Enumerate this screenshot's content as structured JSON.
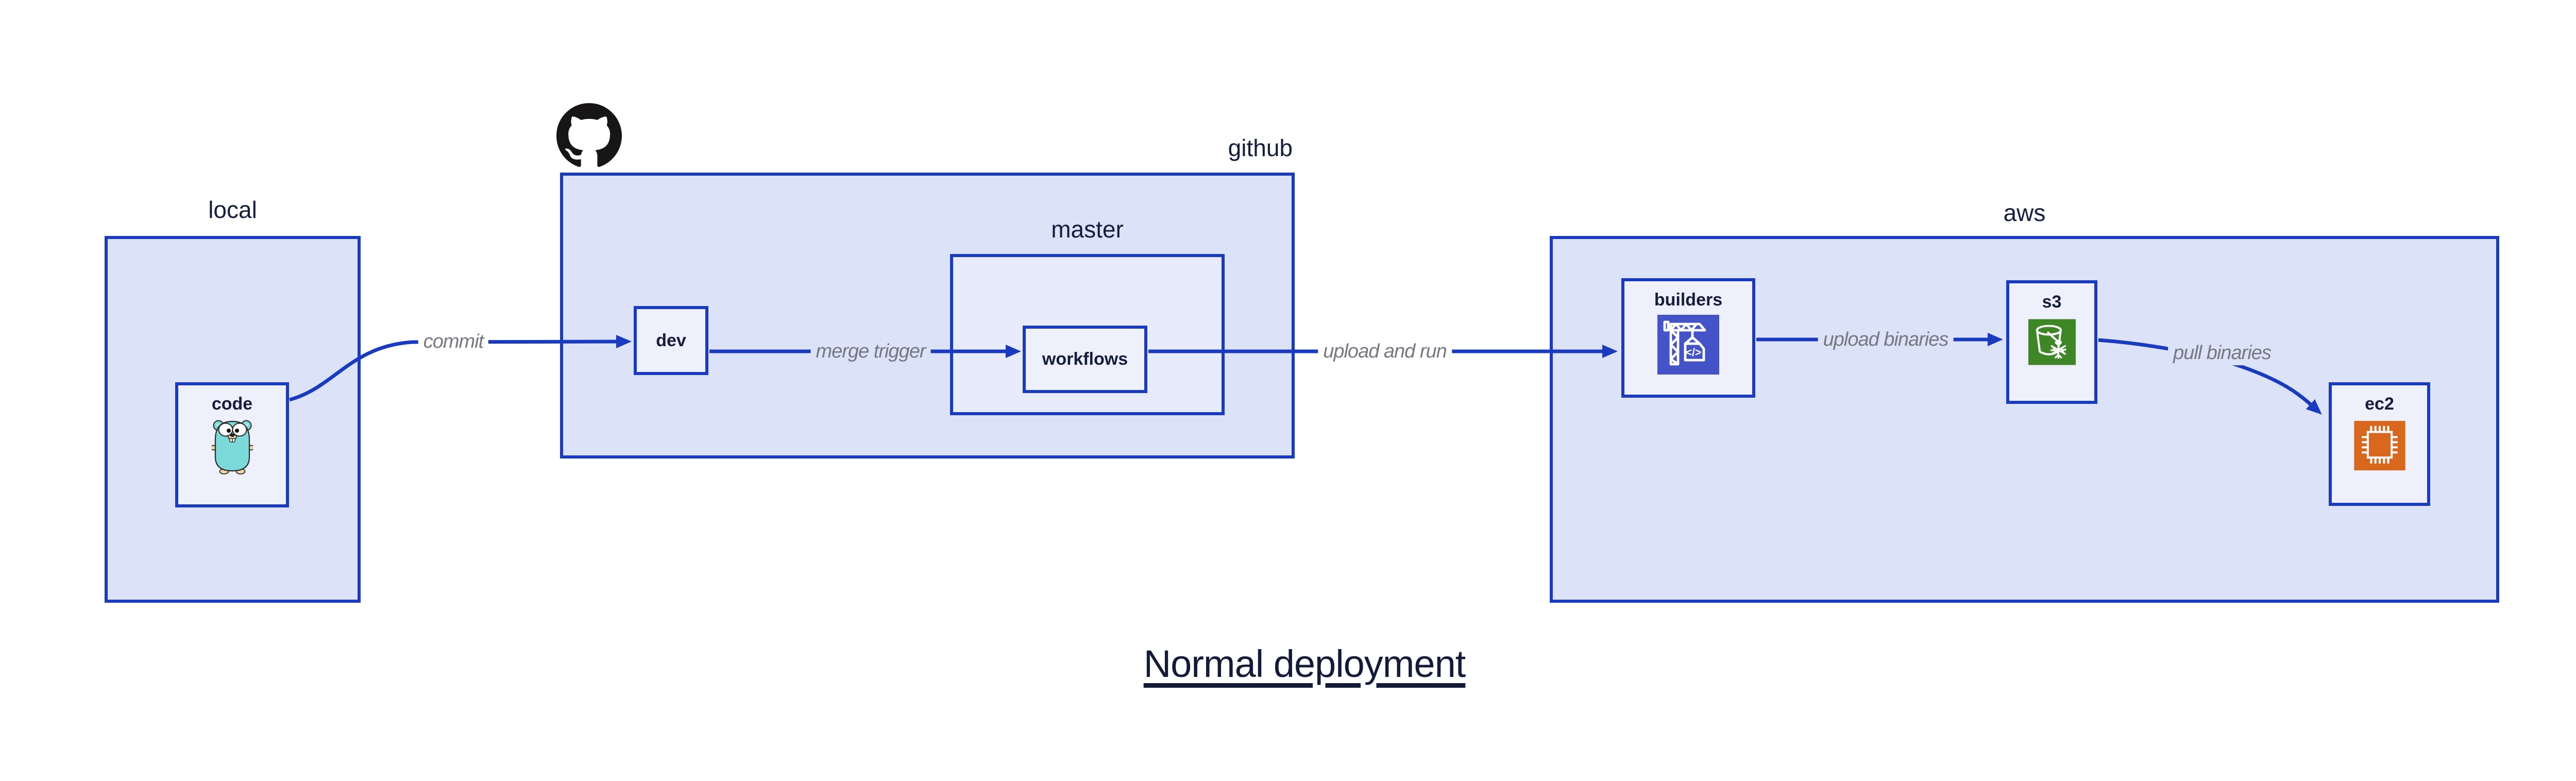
{
  "title": {
    "text": "Normal deployment"
  },
  "groups": {
    "local": {
      "label": "local"
    },
    "github": {
      "label": "github"
    },
    "master": {
      "label": "master"
    },
    "aws": {
      "label": "aws"
    }
  },
  "nodes": {
    "code": {
      "label": "code"
    },
    "dev": {
      "label": "dev"
    },
    "workflows": {
      "label": "workflows"
    },
    "builders": {
      "label": "builders"
    },
    "s3": {
      "label": "s3"
    },
    "ec2": {
      "label": "ec2"
    }
  },
  "edges": {
    "commit": {
      "label": "commit"
    },
    "merge_trigger": {
      "label": "merge trigger"
    },
    "upload_and_run": {
      "label": "upload and run"
    },
    "upload_binaries": {
      "label": "upload binaries"
    },
    "pull_binaries": {
      "label": "pull binaries"
    }
  },
  "icons": {
    "github_logo": "github-octocat-icon",
    "code": "go-gopher-icon",
    "builders": "codebuild-crane-icon",
    "builders_glyph": "</>",
    "s3": "s3-glacier-bucket-icon",
    "ec2": "ec2-chip-icon"
  },
  "colors": {
    "line_blue": "#1a3ac0",
    "group_fill": "#dce3f8",
    "mid_fill": "#e8ecfa",
    "leaf_fill": "#eef1fc",
    "text_navy": "#141d3c",
    "edge_label_gray": "#74787f",
    "builders_icon_bg": "#4553c9",
    "s3_icon_bg": "#3e8626",
    "ec2_icon_bg": "#d9681e",
    "gopher_body": "#7cd9da",
    "github_logo_black": "#171515"
  }
}
